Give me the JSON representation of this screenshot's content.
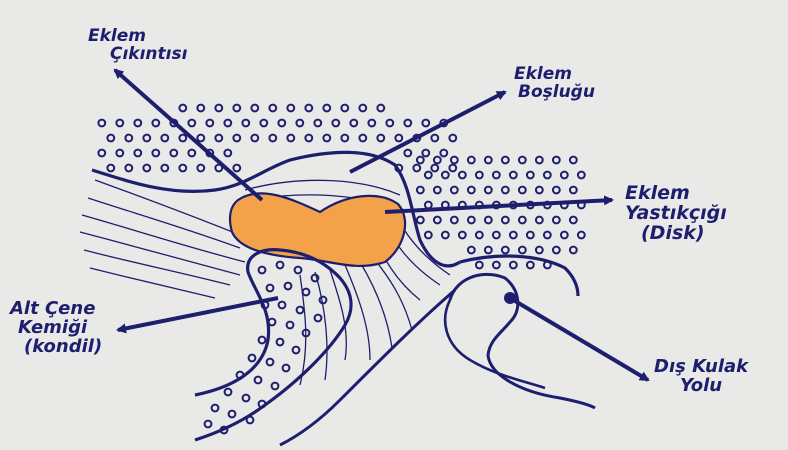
{
  "labels": {
    "eklem_cikintisi": [
      "Eklem",
      "Çıkıntısı"
    ],
    "eklem_boslugu": [
      "Eklem",
      "Boşluğu"
    ],
    "eklem_yastikcigi": [
      "Eklem",
      "Yastıkçığı",
      "(Disk)"
    ],
    "alt_cene_kemigi": [
      "Alt Çene",
      "Kemiği",
      "(kondil)"
    ],
    "dis_kulak_yolu": [
      "Dış Kulak",
      "Yolu"
    ]
  },
  "colors": {
    "paper": "#e9e9e7",
    "ink": "#1d1f6e",
    "disk": "#f3a24a"
  }
}
